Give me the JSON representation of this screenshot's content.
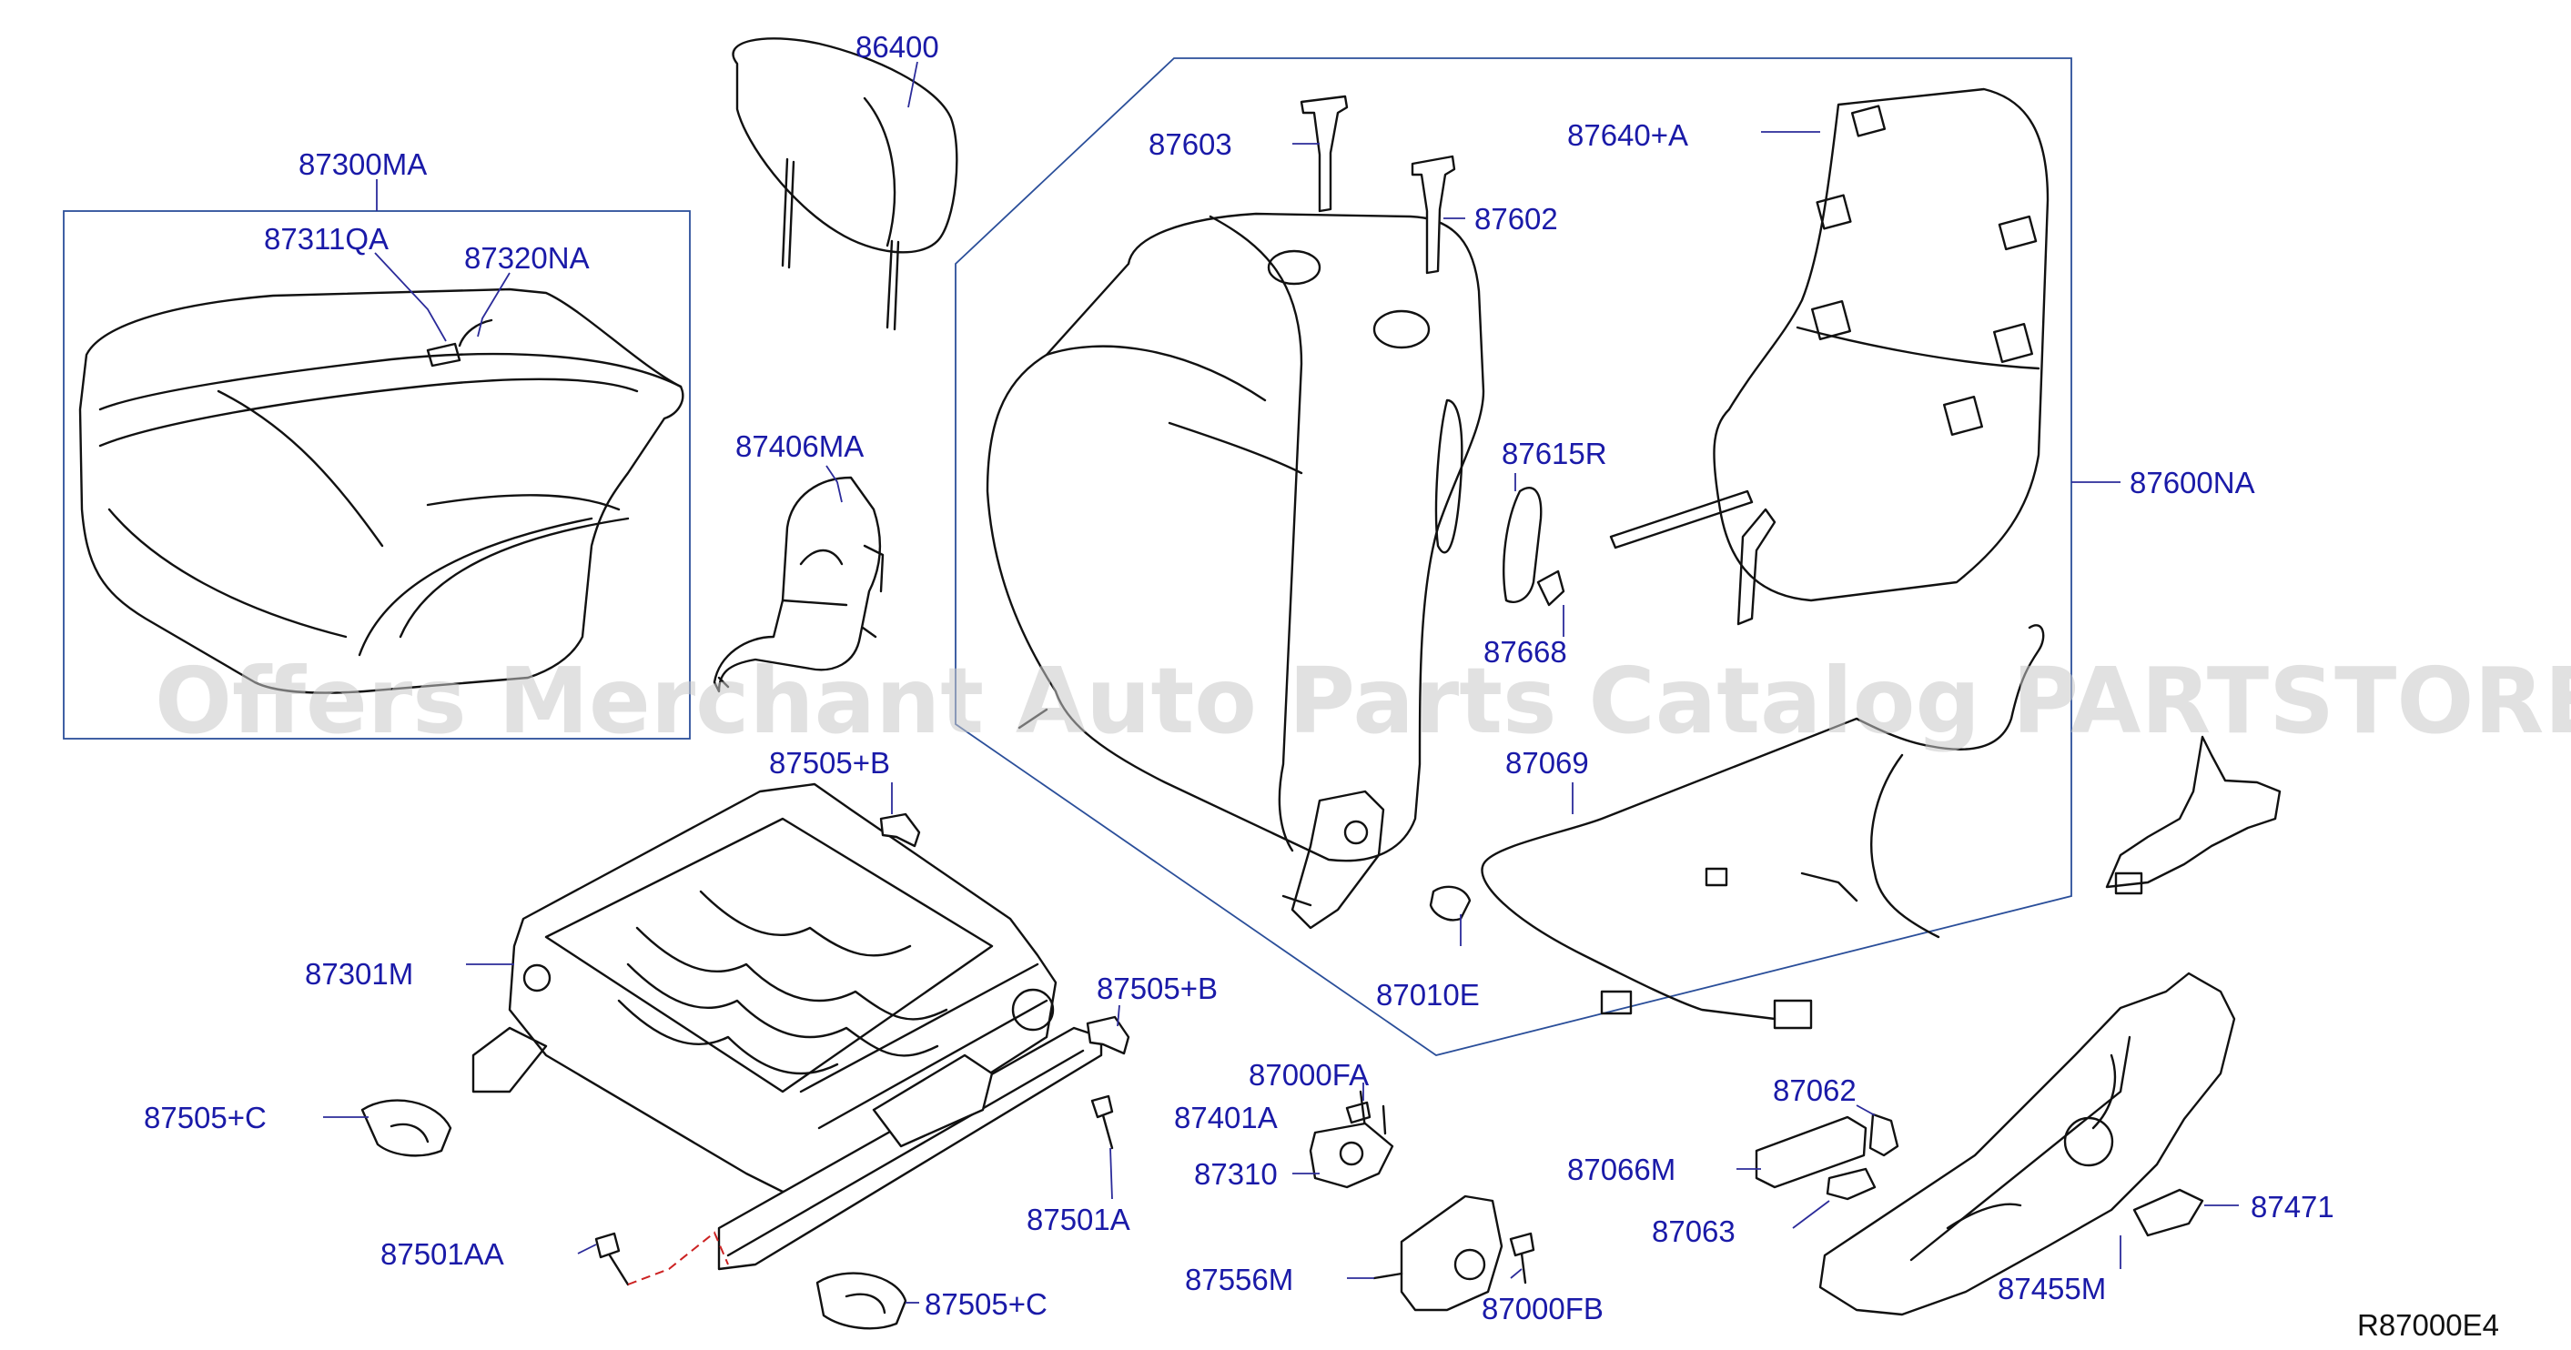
{
  "diagram": {
    "reference_code": "R87000E4",
    "watermark": "Offers Merchant Auto Parts Catalog PARTSTORE.SA",
    "colors": {
      "label": "#1a1aa8",
      "leader": "#2b2b9a",
      "frame": "#2b4f9a",
      "line": "#111111"
    },
    "parts": [
      {
        "id": "p86400",
        "label": "86400"
      },
      {
        "id": "p87300ma",
        "label": "87300MA"
      },
      {
        "id": "p87311qa",
        "label": "87311QA"
      },
      {
        "id": "p87320na",
        "label": "87320NA"
      },
      {
        "id": "p87603",
        "label": "87603"
      },
      {
        "id": "p87602",
        "label": "87602"
      },
      {
        "id": "p87640a",
        "label": "87640+A"
      },
      {
        "id": "p87600na",
        "label": "87600NA"
      },
      {
        "id": "p87406ma",
        "label": "87406MA"
      },
      {
        "id": "p87615r",
        "label": "87615R"
      },
      {
        "id": "p87668",
        "label": "87668"
      },
      {
        "id": "p87069",
        "label": "87069"
      },
      {
        "id": "p87505b1",
        "label": "87505+B"
      },
      {
        "id": "p87301m",
        "label": "87301M"
      },
      {
        "id": "p87010e",
        "label": "87010E"
      },
      {
        "id": "p87505b2",
        "label": "87505+B"
      },
      {
        "id": "p87505c1",
        "label": "87505+C"
      },
      {
        "id": "p87000fa",
        "label": "87000FA"
      },
      {
        "id": "p87401a",
        "label": "87401A"
      },
      {
        "id": "p87310",
        "label": "87310"
      },
      {
        "id": "p87501a",
        "label": "87501A"
      },
      {
        "id": "p87062",
        "label": "87062"
      },
      {
        "id": "p87066m",
        "label": "87066M"
      },
      {
        "id": "p87063",
        "label": "87063"
      },
      {
        "id": "p87471",
        "label": "87471"
      },
      {
        "id": "p87501aa",
        "label": "87501AA"
      },
      {
        "id": "p87556m",
        "label": "87556M"
      },
      {
        "id": "p87000fb",
        "label": "87000FB"
      },
      {
        "id": "p87505c2",
        "label": "87505+C"
      },
      {
        "id": "p87455m",
        "label": "87455M"
      }
    ]
  }
}
